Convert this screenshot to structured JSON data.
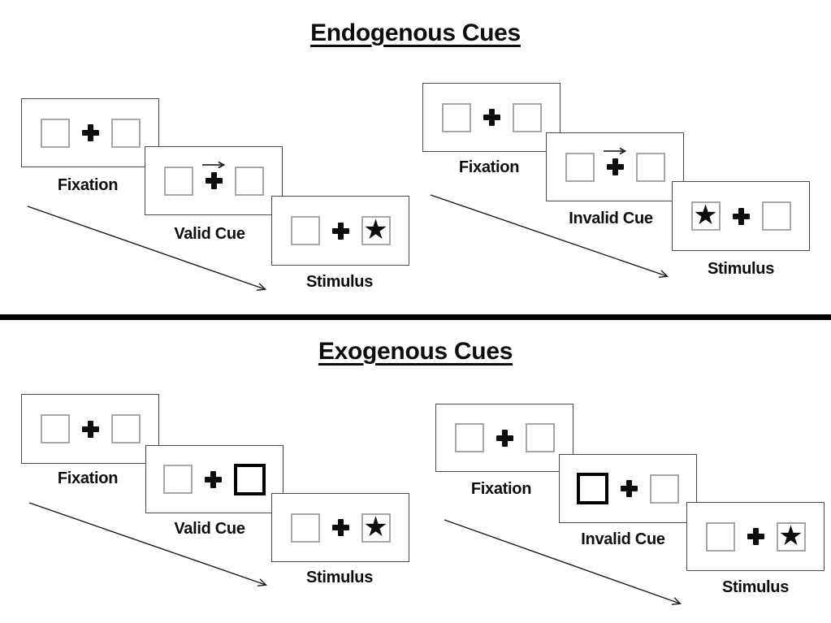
{
  "diagram": {
    "endogenous": {
      "title": "Endogenous Cues",
      "valid_trial": {
        "fixation_label": "Fixation",
        "cue_label": "Valid Cue",
        "stimulus_label": "Stimulus"
      },
      "invalid_trial": {
        "fixation_label": "Fixation",
        "cue_label": "Invalid Cue",
        "stimulus_label": "Stimulus"
      }
    },
    "exogenous": {
      "title": "Exogenous Cues",
      "valid_trial": {
        "fixation_label": "Fixation",
        "cue_label": "Valid Cue",
        "stimulus_label": "Stimulus"
      },
      "invalid_trial": {
        "fixation_label": "Fixation",
        "cue_label": "Invalid Cue",
        "stimulus_label": "Stimulus"
      }
    }
  },
  "glyphs": {
    "star": "★"
  },
  "colors": {
    "panel_border": "#4a4a4a",
    "box_border": "#a6a6a6",
    "cue_box_border": "#000000",
    "symbol": "#0d0d0d",
    "divider": "#000000"
  }
}
